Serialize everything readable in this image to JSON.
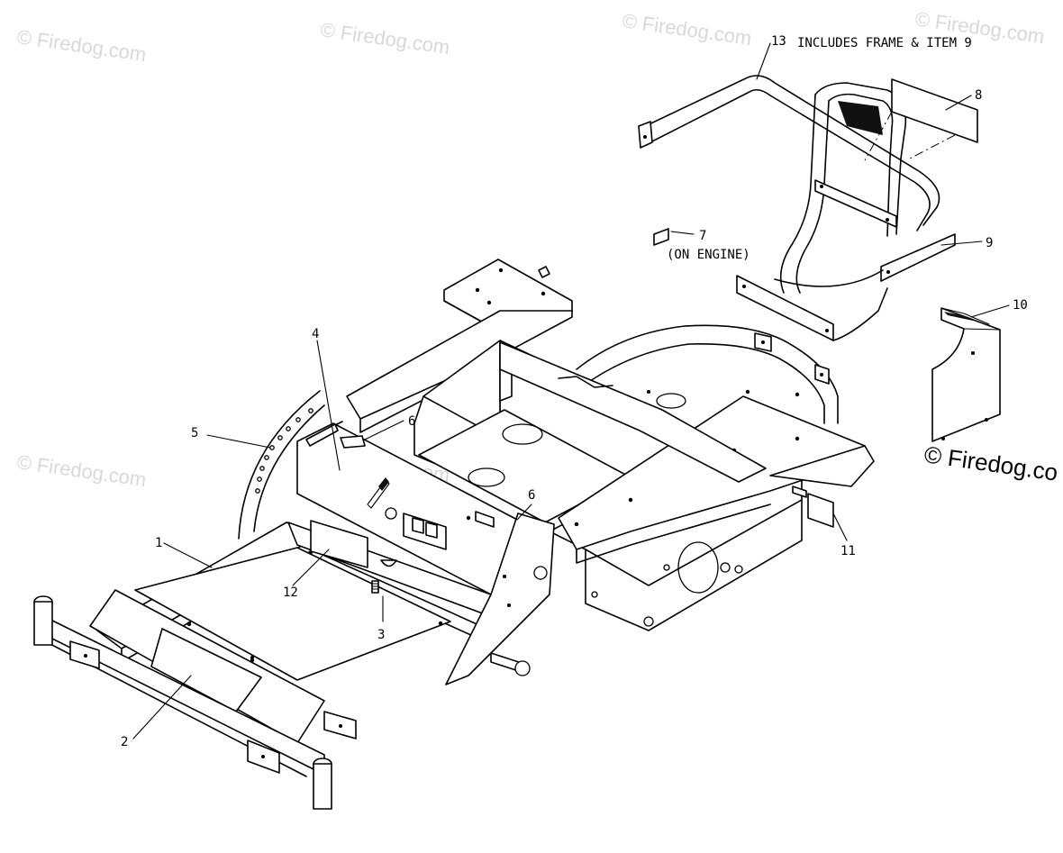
{
  "watermark": {
    "text": "© Firedog.com",
    "brand_text": "© Firedog.co"
  },
  "callouts": [
    {
      "id": "1",
      "label": "1"
    },
    {
      "id": "2",
      "label": "2"
    },
    {
      "id": "3",
      "label": "3"
    },
    {
      "id": "4",
      "label": "4"
    },
    {
      "id": "5",
      "label": "5"
    },
    {
      "id": "6a",
      "label": "6"
    },
    {
      "id": "6b",
      "label": "6"
    },
    {
      "id": "7",
      "label": "7"
    },
    {
      "id": "8",
      "label": "8"
    },
    {
      "id": "9",
      "label": "9"
    },
    {
      "id": "10",
      "label": "10"
    },
    {
      "id": "11",
      "label": "11"
    },
    {
      "id": "12",
      "label": "12"
    },
    {
      "id": "13",
      "label": "13"
    }
  ],
  "notes": {
    "item13": "INCLUDES FRAME & ITEM 9",
    "item7": "(ON ENGINE)"
  }
}
